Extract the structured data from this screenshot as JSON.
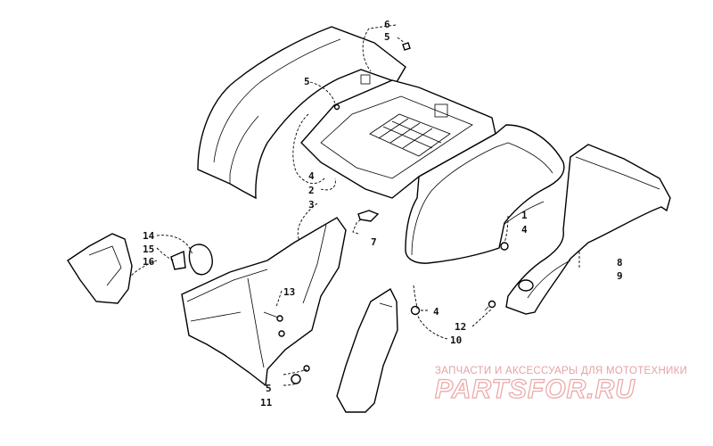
{
  "callouts": {
    "c6": "6",
    "c5_top": "5",
    "c5_left": "5",
    "c4_left": "4",
    "c2": "2",
    "c3": "3",
    "c1": "1",
    "c4_right": "4",
    "c7": "7",
    "c8": "8",
    "c9": "9",
    "c14": "14",
    "c15": "15",
    "c16": "16",
    "c13": "13",
    "c4_mid": "4",
    "c12": "12",
    "c10": "10",
    "c5_bottom": "5",
    "c11": "11"
  },
  "watermark": {
    "tagline": "ЗАПЧАСТИ И АКСЕССУАРЫ ДЛЯ МОТОТЕХНИКИ",
    "logo": "PARTSFOR.RU"
  },
  "colors": {
    "watermark": "#e4a3a3",
    "line": "#000000",
    "background": "#ffffff"
  }
}
